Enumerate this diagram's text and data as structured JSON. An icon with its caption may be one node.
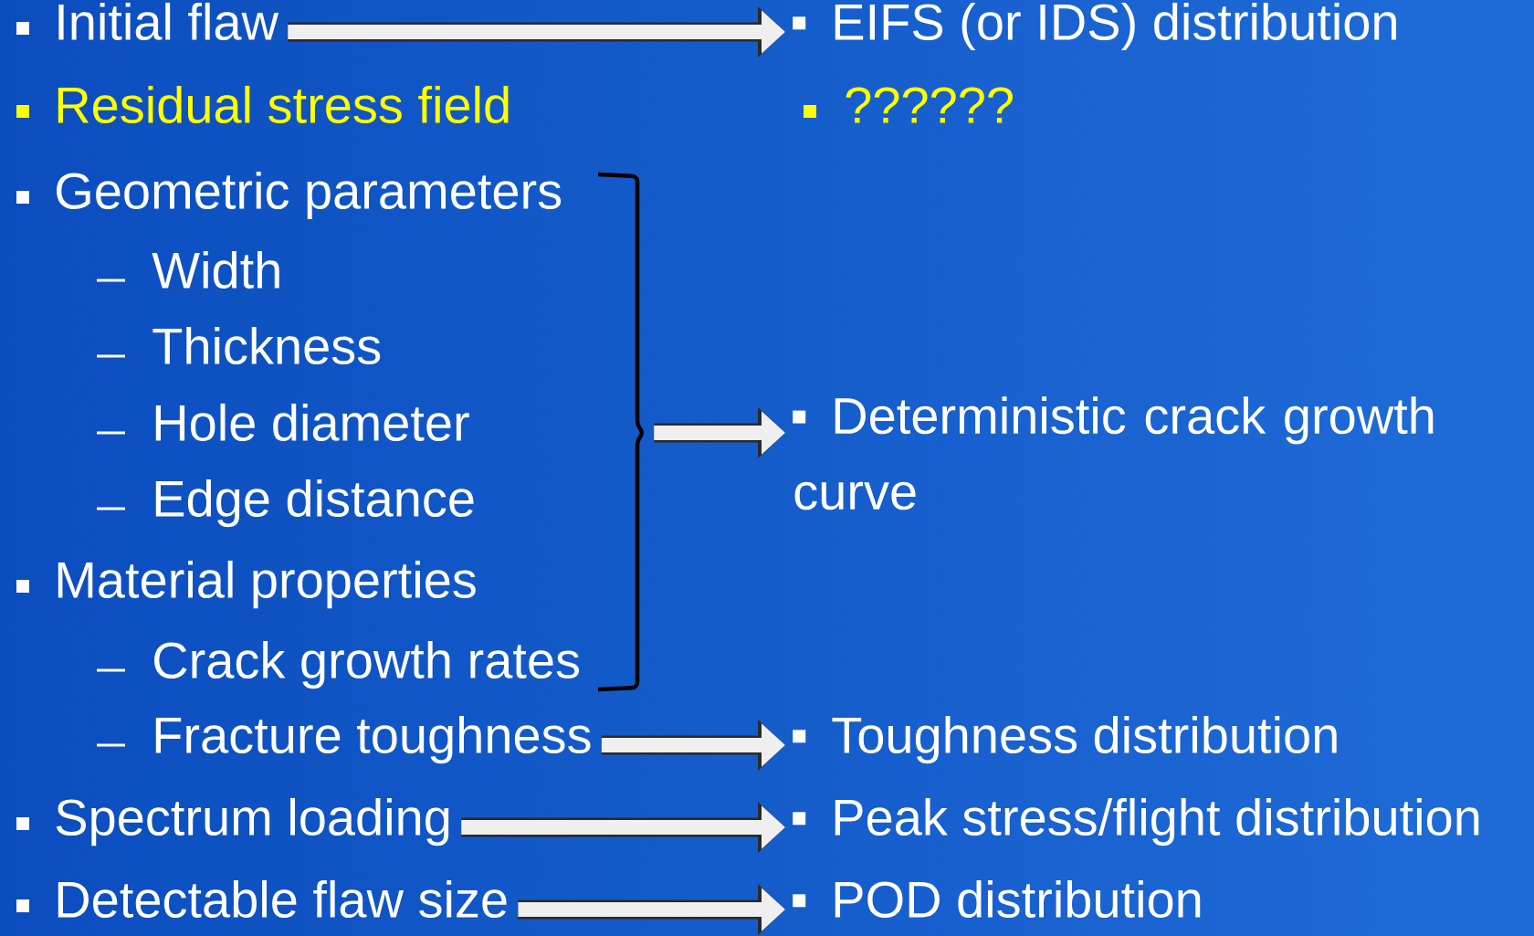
{
  "diagram": {
    "nodes": [
      {
        "text": [
          "Initial flaw"
        ]
      },
      {
        "text": [
          "EIFS (or IDS) distribution"
        ]
      },
      {
        "text": [],
        "shape": "bracket"
      },
      {
        "text": [
          "Deterministic crack growth curve"
        ]
      },
      {
        "text": [
          "Fracture toughness"
        ]
      },
      {
        "text": [
          "Toughness distribution"
        ]
      },
      {
        "text": [
          "Spectrum loading"
        ]
      },
      {
        "text": [
          "Peak stress/flight distribution"
        ]
      },
      {
        "text": [
          "Detectable flaw size"
        ]
      },
      {
        "text": [
          "POD distribution"
        ]
      }
    ],
    "edges": [
      {
        "from": 0,
        "to": 1,
        "arrow": "to"
      },
      {
        "from": 2,
        "to": 3,
        "arrow": "to"
      },
      {
        "from": 4,
        "to": 5,
        "arrow": "to"
      },
      {
        "from": 6,
        "to": 7,
        "arrow": "to"
      },
      {
        "from": 8,
        "to": 9,
        "arrow": "to"
      }
    ],
    "labels": [
      "Residual stress field",
      "??????",
      "Geometric parameters",
      "Width",
      "Thickness",
      "Hole diameter",
      "Edge distance",
      "Material properties",
      "Crack growth rates"
    ]
  }
}
